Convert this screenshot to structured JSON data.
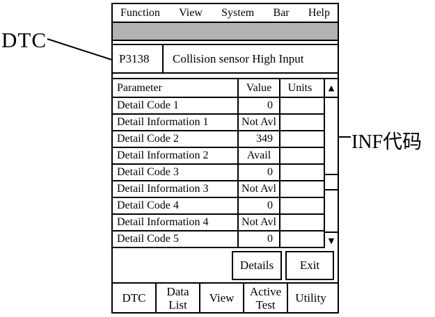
{
  "annotations": {
    "dtc_label": "DTC",
    "inf_label": "INF代码"
  },
  "menu": {
    "items": [
      "Function",
      "View",
      "System",
      "Bar",
      "Help"
    ]
  },
  "dtc_row": {
    "code": "P3138",
    "description": "Collision sensor High Input"
  },
  "table": {
    "headers": {
      "parameter": "Parameter",
      "value": "Value",
      "units": "Units"
    },
    "rows": [
      {
        "parameter": "Detail Code 1",
        "value": "0",
        "units": ""
      },
      {
        "parameter": "Detail Information 1",
        "value": "Not Avl",
        "units": ""
      },
      {
        "parameter": "Detail Code 2",
        "value": "349",
        "units": ""
      },
      {
        "parameter": "Detail Information 2",
        "value": "Avail",
        "units": ""
      },
      {
        "parameter": "Detail Code 3",
        "value": "0",
        "units": ""
      },
      {
        "parameter": "Detail Information 3",
        "value": "Not Avl",
        "units": ""
      },
      {
        "parameter": "Detail Code 4",
        "value": "0",
        "units": ""
      },
      {
        "parameter": "Detail Information 4",
        "value": "Not Avl",
        "units": ""
      },
      {
        "parameter": "Detail Code 5",
        "value": "0",
        "units": ""
      }
    ]
  },
  "scrollbar": {
    "up_icon": "▲",
    "down_icon": "▼"
  },
  "buttons": {
    "details": "Details",
    "exit": "Exit"
  },
  "tabs": [
    {
      "label": "DTC"
    },
    {
      "label": "Data List"
    },
    {
      "label": "View"
    },
    {
      "label": "Active Test"
    },
    {
      "label": "Utility"
    }
  ],
  "colors": {
    "border": "#000000",
    "gray_bar": "#b2b2b2",
    "background": "#ffffff"
  }
}
